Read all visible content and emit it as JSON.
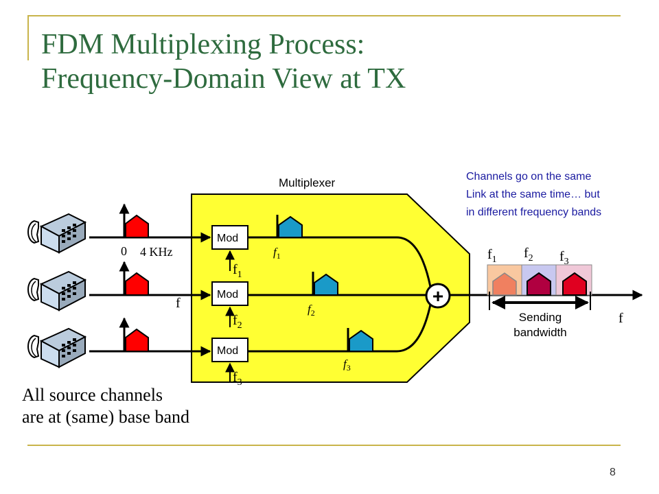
{
  "slide": {
    "title_lines": [
      "FDM Multiplexing Process:",
      "Frequency-Domain View at TX"
    ],
    "page_number": "8",
    "title_color": "#2e6b3e",
    "rule_color": "#c8b44a"
  },
  "diagram": {
    "multiplexer_label": "Multiplexer",
    "multiplexer_color": "#ffff33",
    "mod_label": "Mod",
    "baseband_zero": "0",
    "baseband_max": "4 KHz",
    "input_freq_axis": "f",
    "carriers": [
      "f",
      "f",
      "f"
    ],
    "carrier_subscripts": [
      "1",
      "2",
      "3"
    ],
    "adder_symbol": "+",
    "output_freq_axis": "f",
    "bandwidth_label_lines": [
      "Sending",
      "bandwidth"
    ],
    "band_colors": [
      "#f9c8a0",
      "#c8c8f0",
      "#f0c8d8"
    ],
    "source_signal_color": "#ff0000",
    "modulated_signal_color": "#1a9ac8",
    "output_signal_colors": [
      "#f08060",
      "#b00040",
      "#e00020"
    ],
    "icons": [
      "telephone-icon",
      "telephone-icon",
      "telephone-icon"
    ]
  },
  "note": {
    "lines": [
      "Channels go on the same",
      "Link at the same time… but",
      "in different frequency bands"
    ],
    "color": "#1a1aa0"
  },
  "caption": {
    "lines": [
      "All source channels",
      "are at (same) base band"
    ]
  }
}
